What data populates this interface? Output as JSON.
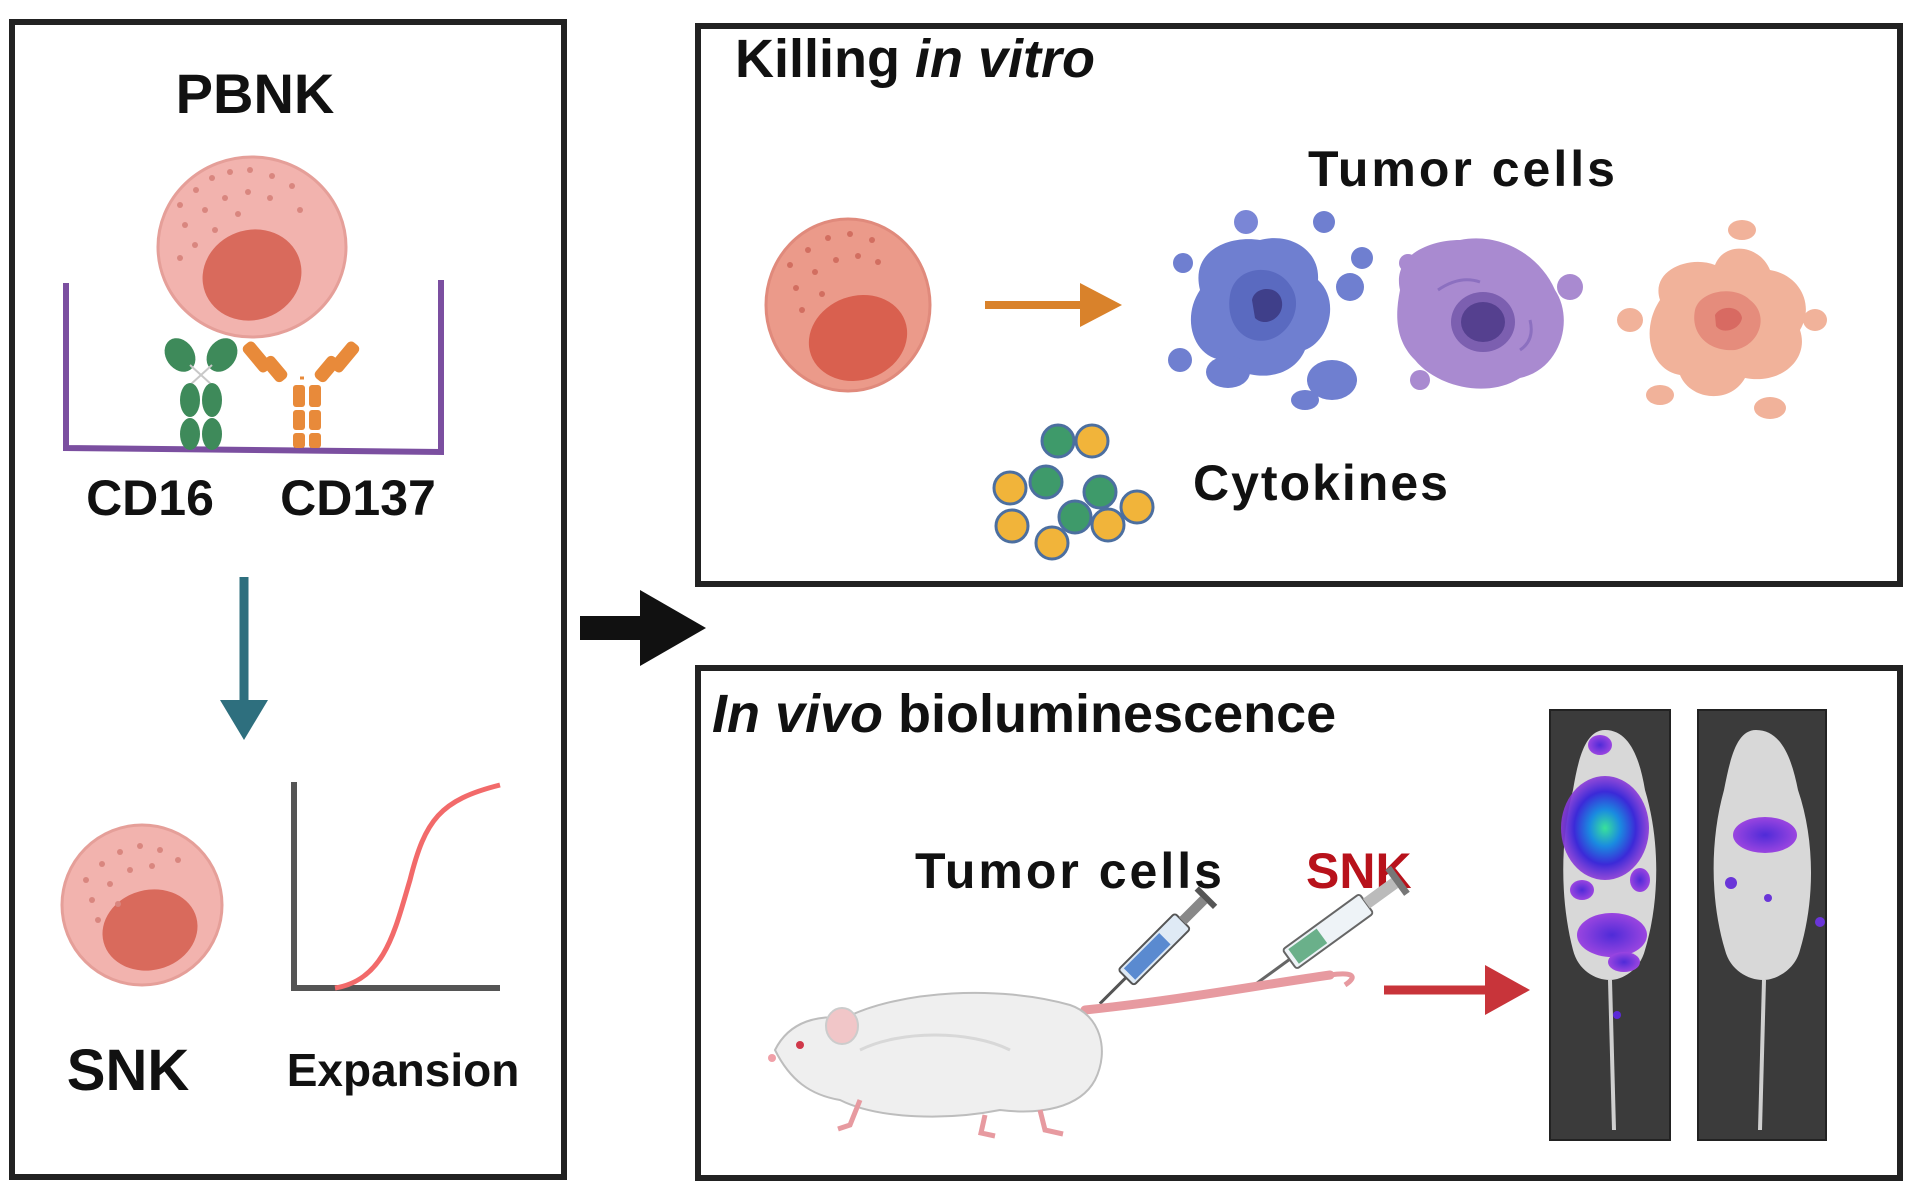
{
  "left_panel": {
    "title": "PBNK",
    "receptor_labels": [
      "CD16",
      "CD137"
    ],
    "product_label": "SNK",
    "expansion_label": "Expansion"
  },
  "top_panel": {
    "title_plain": "Killing ",
    "title_italic": "in vitro",
    "tumor_label": "Tumor cells",
    "cytokine_label": "Cytokines"
  },
  "bottom_panel": {
    "title_italic": "In vivo",
    "title_plain": " bioluminescence",
    "tumor_label": "Tumor cells",
    "snk_label": "SNK"
  },
  "colors": {
    "nk_cell": "#f2b3ae",
    "nk_nucleus": "#d96a5c",
    "well": "#7b4fa0",
    "cd16_antibody": "#3e8a5a",
    "cd137_antibody": "#e88a3a",
    "down_arrow": "#2e6f7e",
    "growth_curve": "#f26a6a",
    "orange_arrow": "#d9822b",
    "red_arrow": "#c8343a",
    "snk_text": "#b8121b",
    "cytokine_green": "#3e9a6a",
    "cytokine_yellow": "#f1b43a"
  },
  "icons": [
    "nk-cell-icon",
    "culture-well-icon",
    "cd16-antibody-icon",
    "cd137-antibody-icon",
    "tumor-cell-icon",
    "cytokine-cluster-icon",
    "mouse-icon",
    "syringe-icon",
    "bioluminescence-image-icon"
  ]
}
